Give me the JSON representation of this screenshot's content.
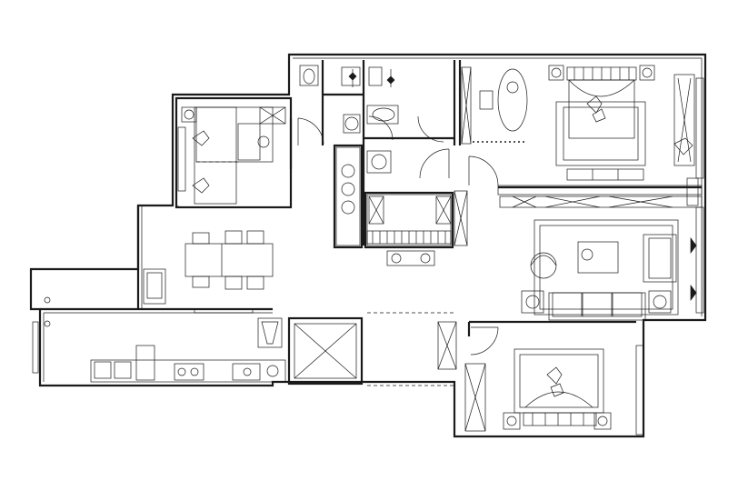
{
  "plan": {
    "rooms": [
      "master-bedroom",
      "living-room",
      "second-bedroom",
      "study",
      "dining-area",
      "kitchen",
      "bathroom-1",
      "bathroom-2",
      "walk-in-closet",
      "balcony-west",
      "balcony-south",
      "elevator-shaft"
    ],
    "text": []
  }
}
